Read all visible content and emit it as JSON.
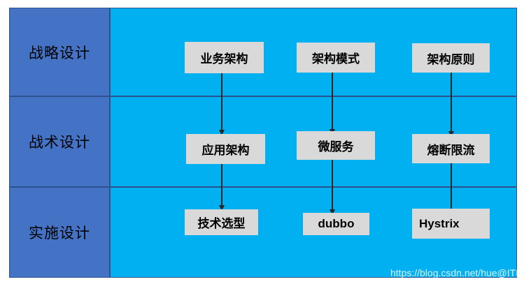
{
  "rows": [
    {
      "label": "战略设计",
      "boxes": [
        "业务架构",
        "架构模式",
        "架构原则"
      ]
    },
    {
      "label": "战术设计",
      "boxes": [
        "应用架构",
        "微服务",
        "熔断限流"
      ]
    },
    {
      "label": "实施设计",
      "boxes": [
        "技术选型",
        "dubbo",
        "Hystrix"
      ]
    }
  ],
  "watermark": "https://blog.csdn.net/hue@ITPUB博客",
  "colors": {
    "label_cell": "#4472c4",
    "content_cell": "#00b0f0",
    "box": "#d9d9d9",
    "arrow": "#262626"
  }
}
